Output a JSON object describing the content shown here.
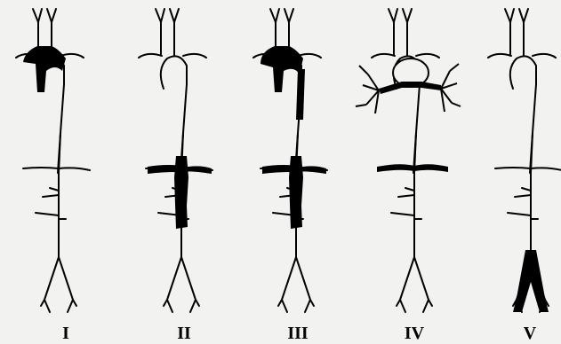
{
  "figure": {
    "panels": [
      {
        "label": "I"
      },
      {
        "label": "II"
      },
      {
        "label": "III"
      },
      {
        "label": "IV"
      },
      {
        "label": "V"
      }
    ]
  },
  "colors": {
    "background": "#f2f2f0",
    "ink": "#000000"
  }
}
